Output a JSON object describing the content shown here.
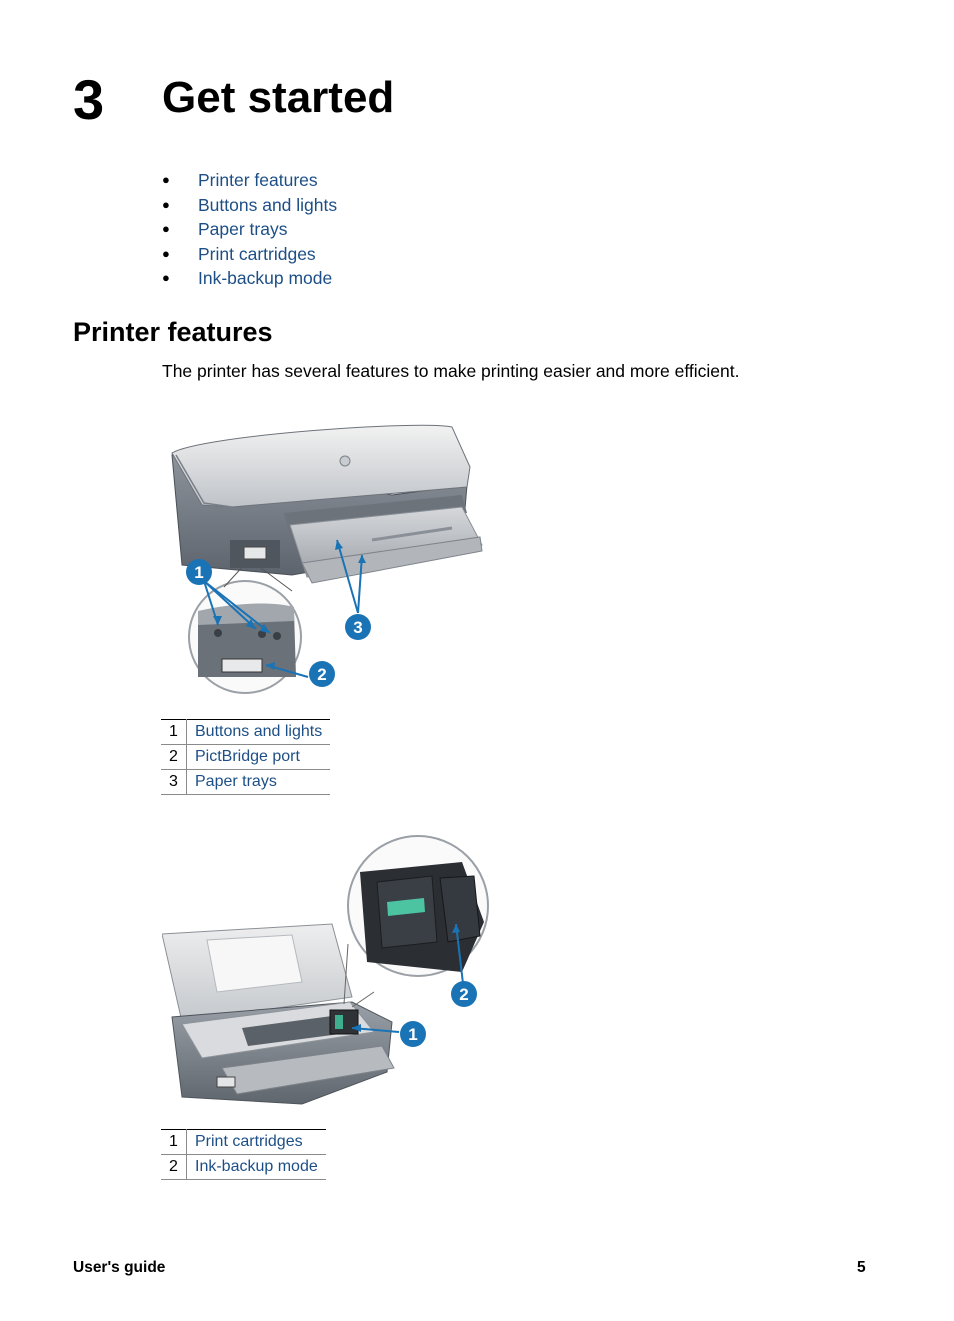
{
  "chapter": {
    "number": "3",
    "title": "Get started"
  },
  "toc": [
    {
      "label": "Printer features"
    },
    {
      "label": "Buttons and lights"
    },
    {
      "label": "Paper trays"
    },
    {
      "label": "Print cartridges"
    },
    {
      "label": "Ink-backup mode"
    }
  ],
  "section": {
    "title": "Printer features",
    "intro": "The printer has several features to make printing easier and more efficient."
  },
  "figure1": {
    "callouts": [
      "1",
      "2",
      "3"
    ],
    "legend": [
      {
        "num": "1",
        "label": "Buttons and lights"
      },
      {
        "num": "2",
        "label": "PictBridge port"
      },
      {
        "num": "3",
        "label": "Paper trays"
      }
    ]
  },
  "figure2": {
    "callouts": [
      "1",
      "2"
    ],
    "legend": [
      {
        "num": "1",
        "label": "Print cartridges"
      },
      {
        "num": "2",
        "label": "Ink-backup mode"
      }
    ]
  },
  "footer": {
    "left": "User's guide",
    "right": "5"
  },
  "colors": {
    "link": "#1d4f86",
    "callout": "#1a73b5"
  }
}
